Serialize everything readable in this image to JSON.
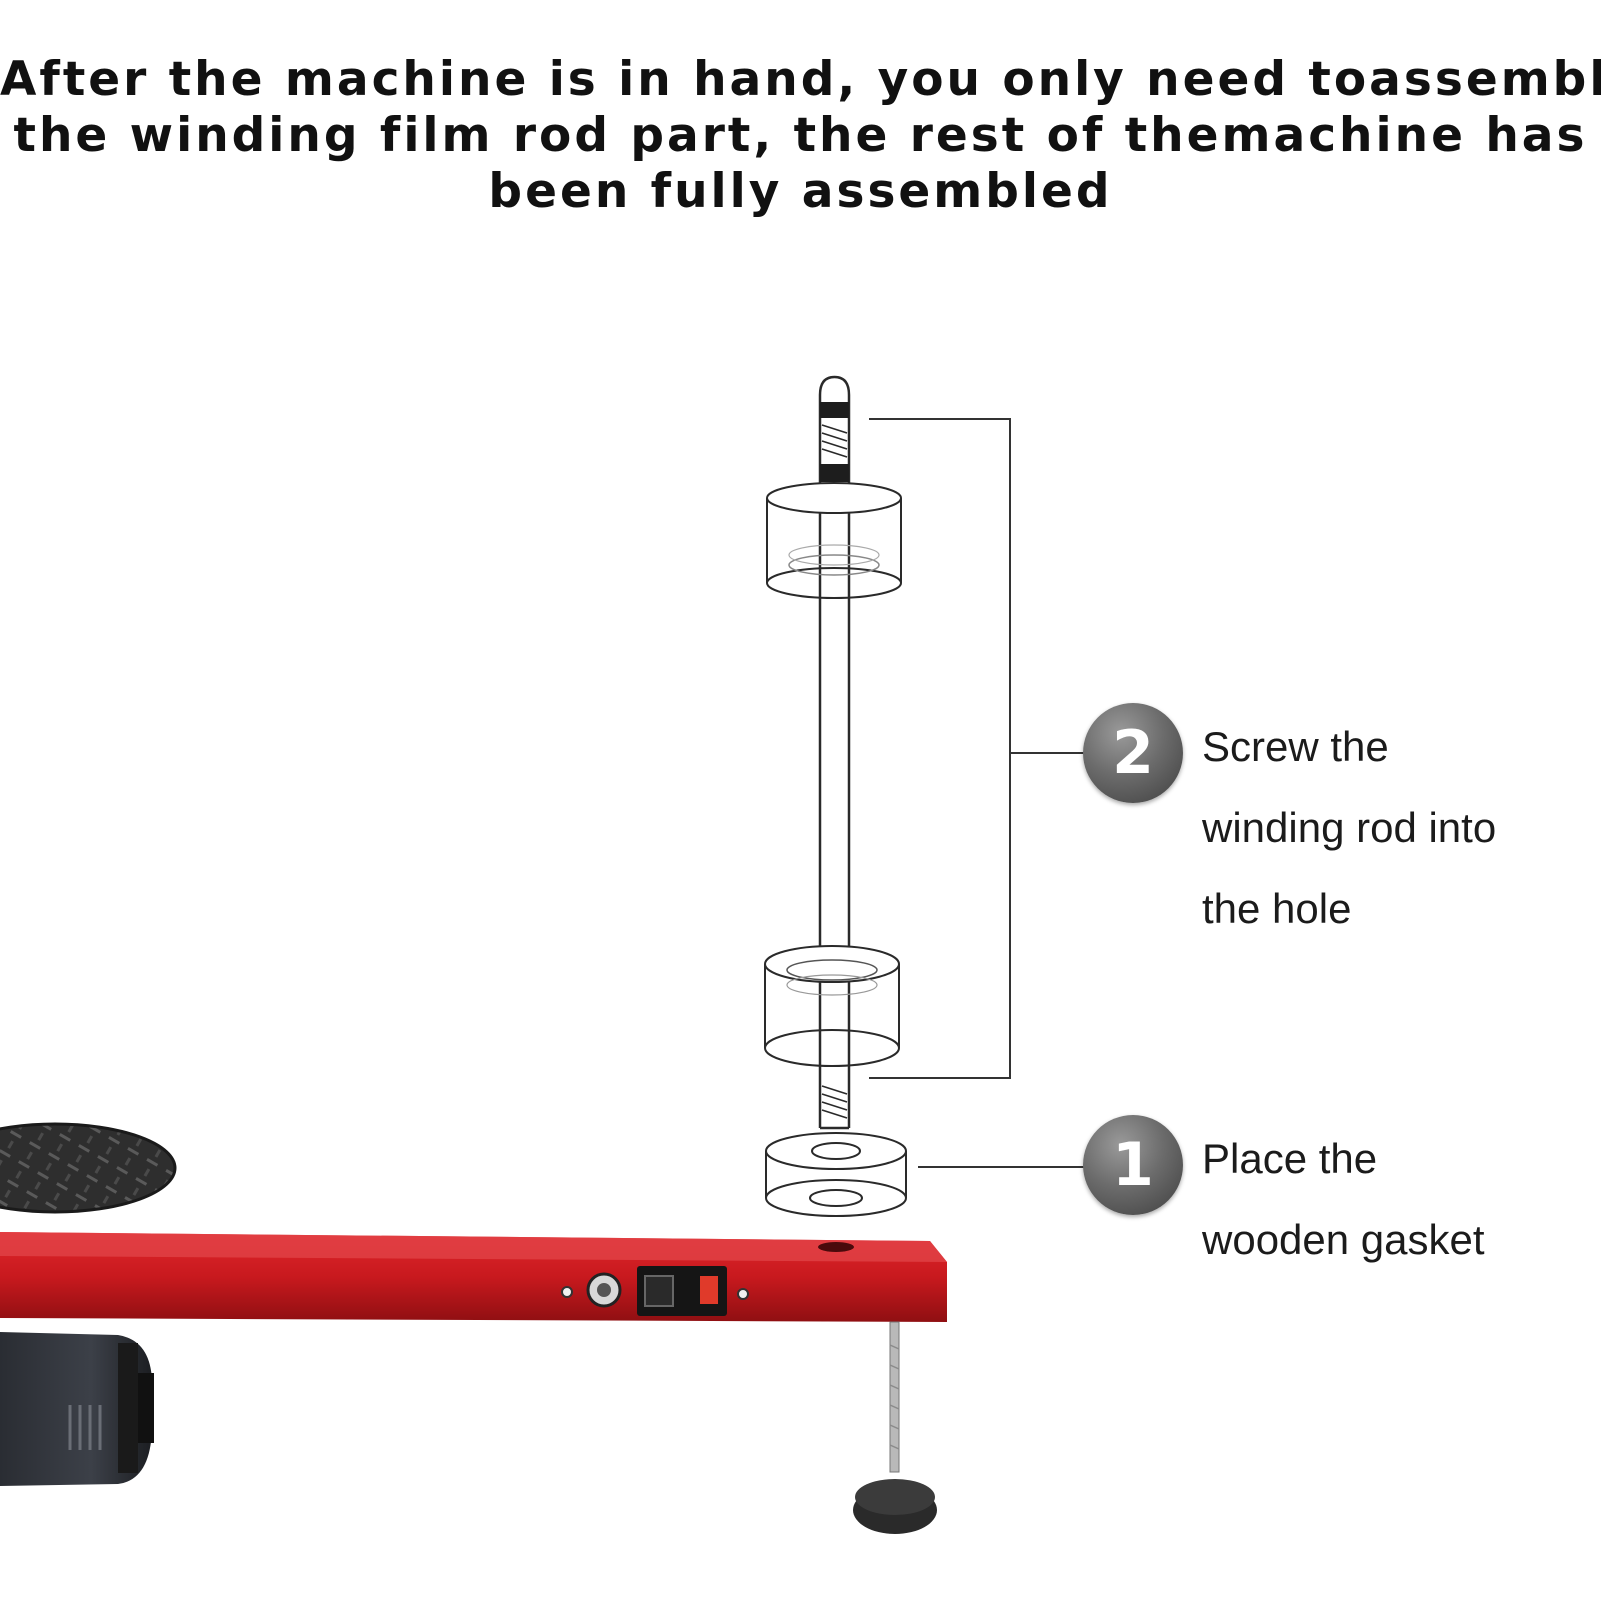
{
  "headline": {
    "line1": "After the machine is in hand, you only need toassemble",
    "line2": "the winding film rod part, the rest of themachine has",
    "line3": "been fully assembled"
  },
  "steps": [
    {
      "number": "2",
      "line1": "Screw the",
      "line2": "winding rod into",
      "line3": "the hole"
    },
    {
      "number": "1",
      "line1": "Place the",
      "line2": "wooden gasket"
    }
  ],
  "colors": {
    "frame_red": "#c8191e",
    "stroke": "#2a2a2a",
    "badge": "#5a5a5a"
  }
}
